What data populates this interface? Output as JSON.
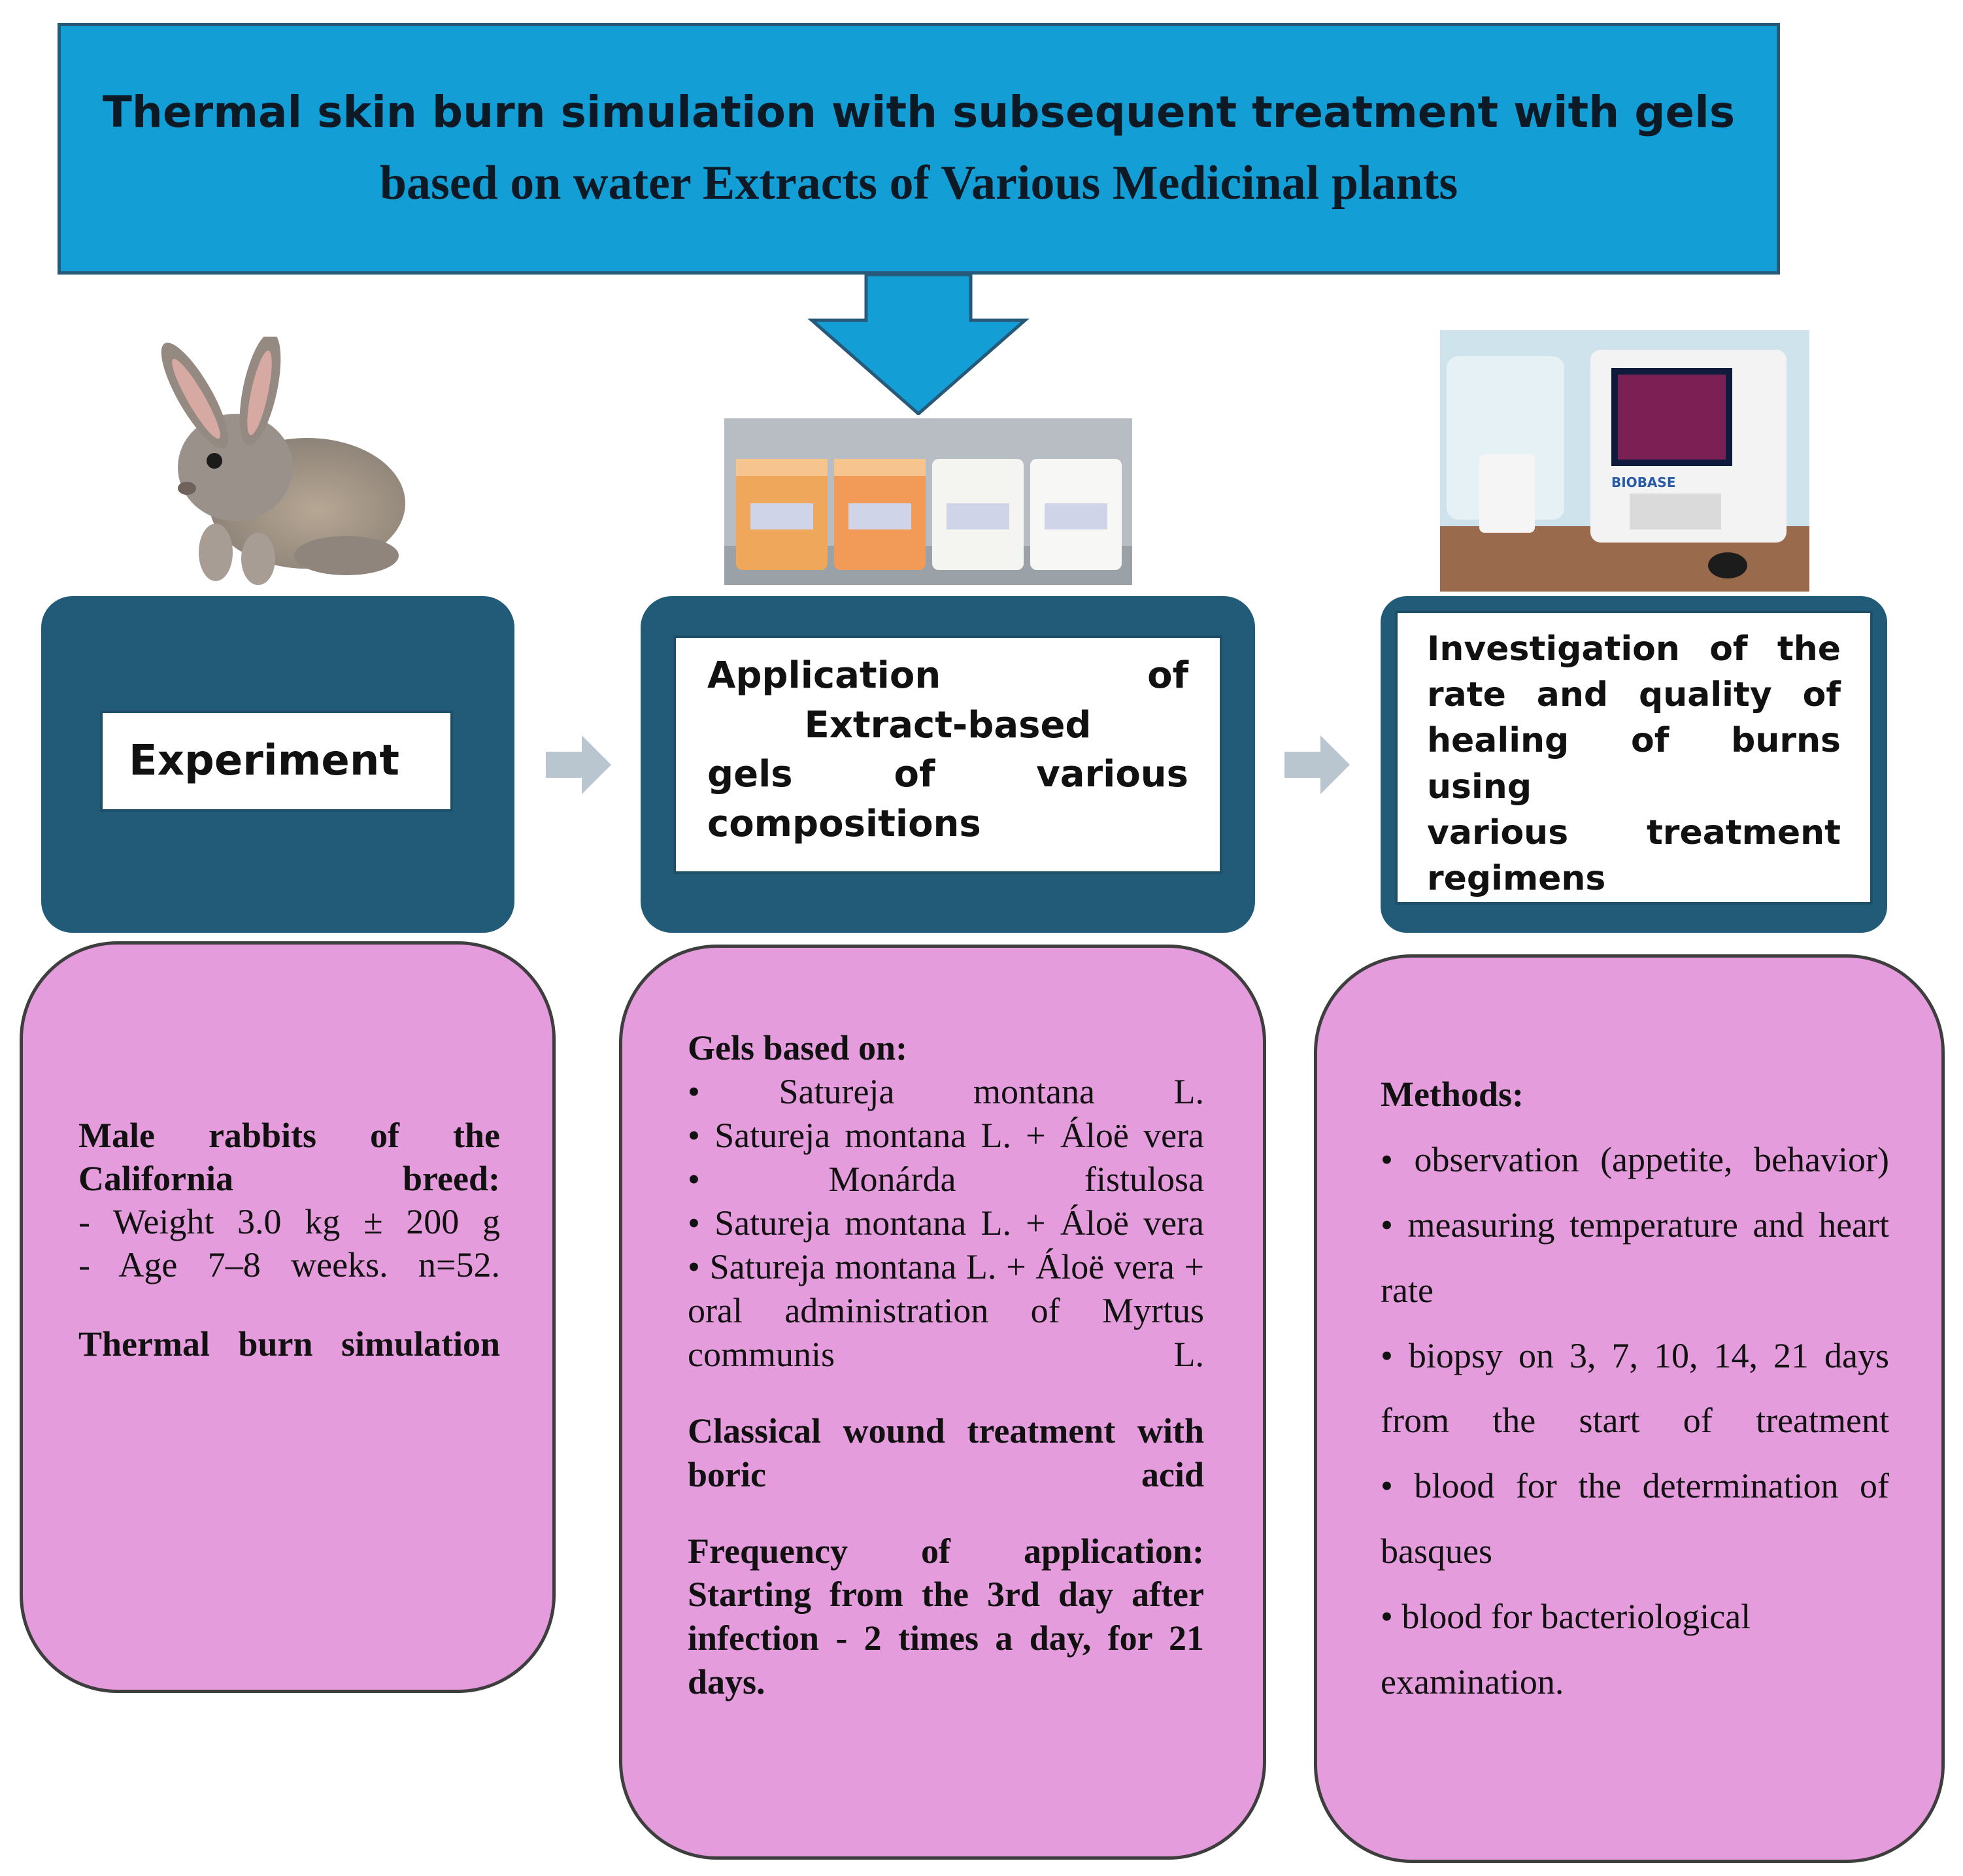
{
  "title": {
    "line1": "Thermal skin burn simulation with subsequent treatment with gels",
    "line2": "based on water Extracts of Various Medicinal plants"
  },
  "stages": {
    "experiment": {
      "label": "Experiment"
    },
    "application": {
      "line1": "Application of",
      "line2": "Extract-based",
      "line3": "gels of various",
      "line4": "compositions"
    },
    "investigation": {
      "line1": "Investigation of the",
      "line2": "rate and quality of",
      "line3": "healing of burns using",
      "line4": "various treatment",
      "line5": "regimens"
    }
  },
  "details": {
    "animals": {
      "heading": "Male rabbits of the California breed:",
      "weight": "- Weight 3.0 kg ± 200 g",
      "age": "- Age 7–8 weeks. n=52.",
      "model": "Thermal burn simulation"
    },
    "gels": {
      "heading": "Gels based on:",
      "items": [
        "• Satureja montana L.",
        "• Satureja montana L. + Áloë vera",
        "• Monárda fistulosa",
        "• Satureja montana L. + Áloë vera",
        "• Satureja montana L. + Áloë vera + oral administration of Myrtus communis L."
      ],
      "classical": "Classical wound treatment with boric acid",
      "frequency": "Frequency of application: Starting from the 3rd day after infection - 2 times a day, for 21 days."
    },
    "methods": {
      "heading": "Methods:",
      "items": [
        "• observation (appetite, behavior)",
        "• measuring temperature and heart rate",
        "• biopsy on 3, 7, 10, 14, 21 days from the start of treatment",
        "• blood for the determination of basques",
        "• blood for bacteriological examination."
      ]
    }
  },
  "images": {
    "rabbit": "rabbit-photo",
    "gels": "gel-jars-photo",
    "analyzer": "analyzer-photo",
    "analyzer_brand": "BIOBASE"
  },
  "colors": {
    "banner": "#139fd5",
    "stage": "#215b78",
    "pink": "#e59cdc",
    "arrow": "#b9c6d0"
  }
}
